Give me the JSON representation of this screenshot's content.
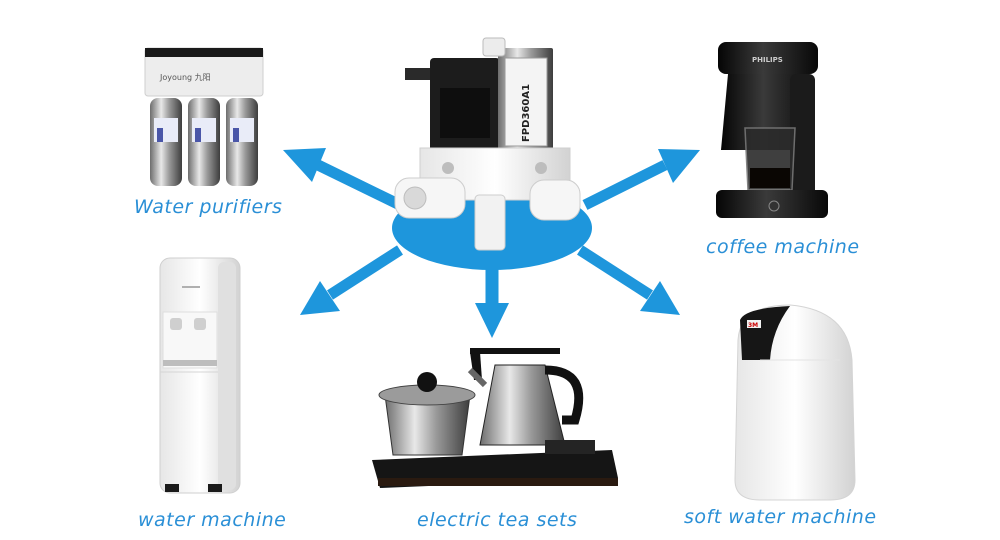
{
  "colors": {
    "accent": "#1e96dc",
    "label": "#2a8fd6",
    "white": "#ffffff",
    "black": "#141414"
  },
  "center_valve": {
    "model_text": "FPD360A1",
    "icon": "solenoid-valve-icon"
  },
  "applications": [
    {
      "id": "water-purifiers",
      "label": "Water purifiers",
      "icon": "water-purifier-icon",
      "brand_text": "Joyoung 九阳"
    },
    {
      "id": "coffee-machine",
      "label": "coffee machine",
      "icon": "coffee-machine-icon",
      "brand_text": "PHILIPS"
    },
    {
      "id": "water-machine",
      "label": "water machine",
      "icon": "water-dispenser-icon"
    },
    {
      "id": "electric-tea-sets",
      "label": "electric tea sets",
      "icon": "tea-kettle-set-icon"
    },
    {
      "id": "soft-water-machine",
      "label": "soft water machine",
      "icon": "water-softener-icon",
      "brand_text": "3M"
    }
  ]
}
